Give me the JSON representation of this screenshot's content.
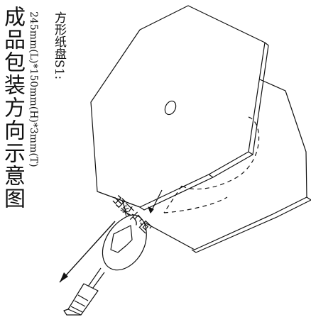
{
  "texts": {
    "title": "成品包装方向示意图",
    "dimensions": "245mm(L)*150mm(H)*3mm(T)",
    "tray_name": "方形纸盘S1:",
    "exit_direction": "出料方向"
  }
}
